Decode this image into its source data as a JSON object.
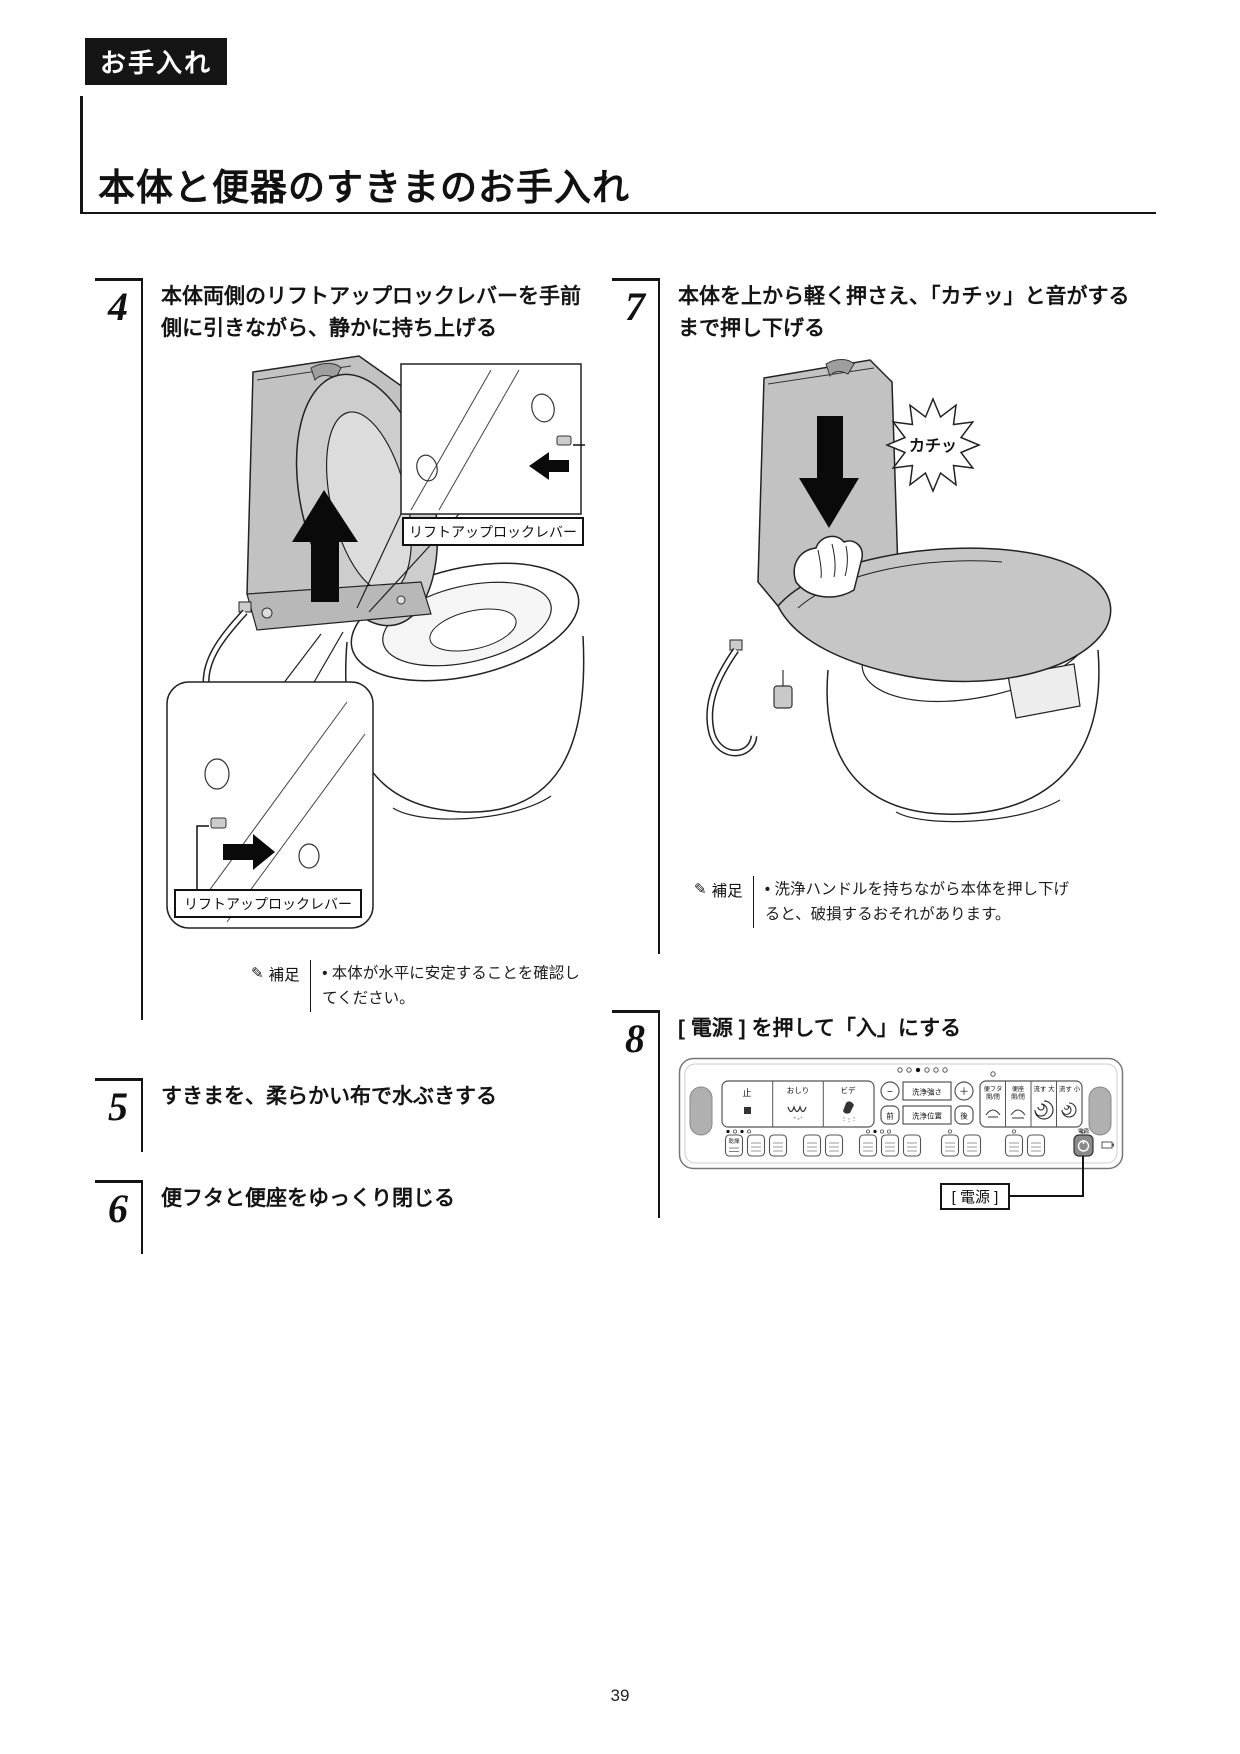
{
  "page": {
    "badge": "お手入れ",
    "title": "本体と便器のすきまのお手入れ",
    "number": "39"
  },
  "note_label": "補足",
  "steps": {
    "s4": {
      "num": "4",
      "heading": "本体両側のリフトアップロックレバーを手前側に引きながら、静かに持ち上げる",
      "callout_top": "リフトアップロックレバー",
      "callout_bottom": "リフトアップロックレバー",
      "note": "• 本体が水平に安定することを確認してください。"
    },
    "s5": {
      "num": "5",
      "heading": "すきまを、柔らかい布で水ぶきする"
    },
    "s6": {
      "num": "6",
      "heading": "便フタと便座をゆっくり閉じる"
    },
    "s7": {
      "num": "7",
      "heading": "本体を上から軽く押さえ、「カチッ」と音がするまで押し下げる",
      "sound": "カチッ",
      "note": "• 洗浄ハンドルを持ちながら本体を押し下げると、破損するおそれがあります。"
    },
    "s8": {
      "num": "8",
      "heading": "[ 電源 ] を押して「入」にする",
      "power_callout": "[ 電源 ]"
    }
  },
  "remote": {
    "stop": "止",
    "oshiri": "おしり",
    "bide": "ビデ",
    "minus": "−",
    "strength": "洗浄強さ",
    "plus": "＋",
    "front": "前",
    "position": "洗浄位置",
    "back": "後",
    "lid": "便フタ",
    "lid2": "開/閉",
    "seat": "便座",
    "seat2": "開/閉",
    "flush_big": "流す 大",
    "flush_small": "流す 小",
    "dry": "乾燥",
    "power": "電源"
  }
}
